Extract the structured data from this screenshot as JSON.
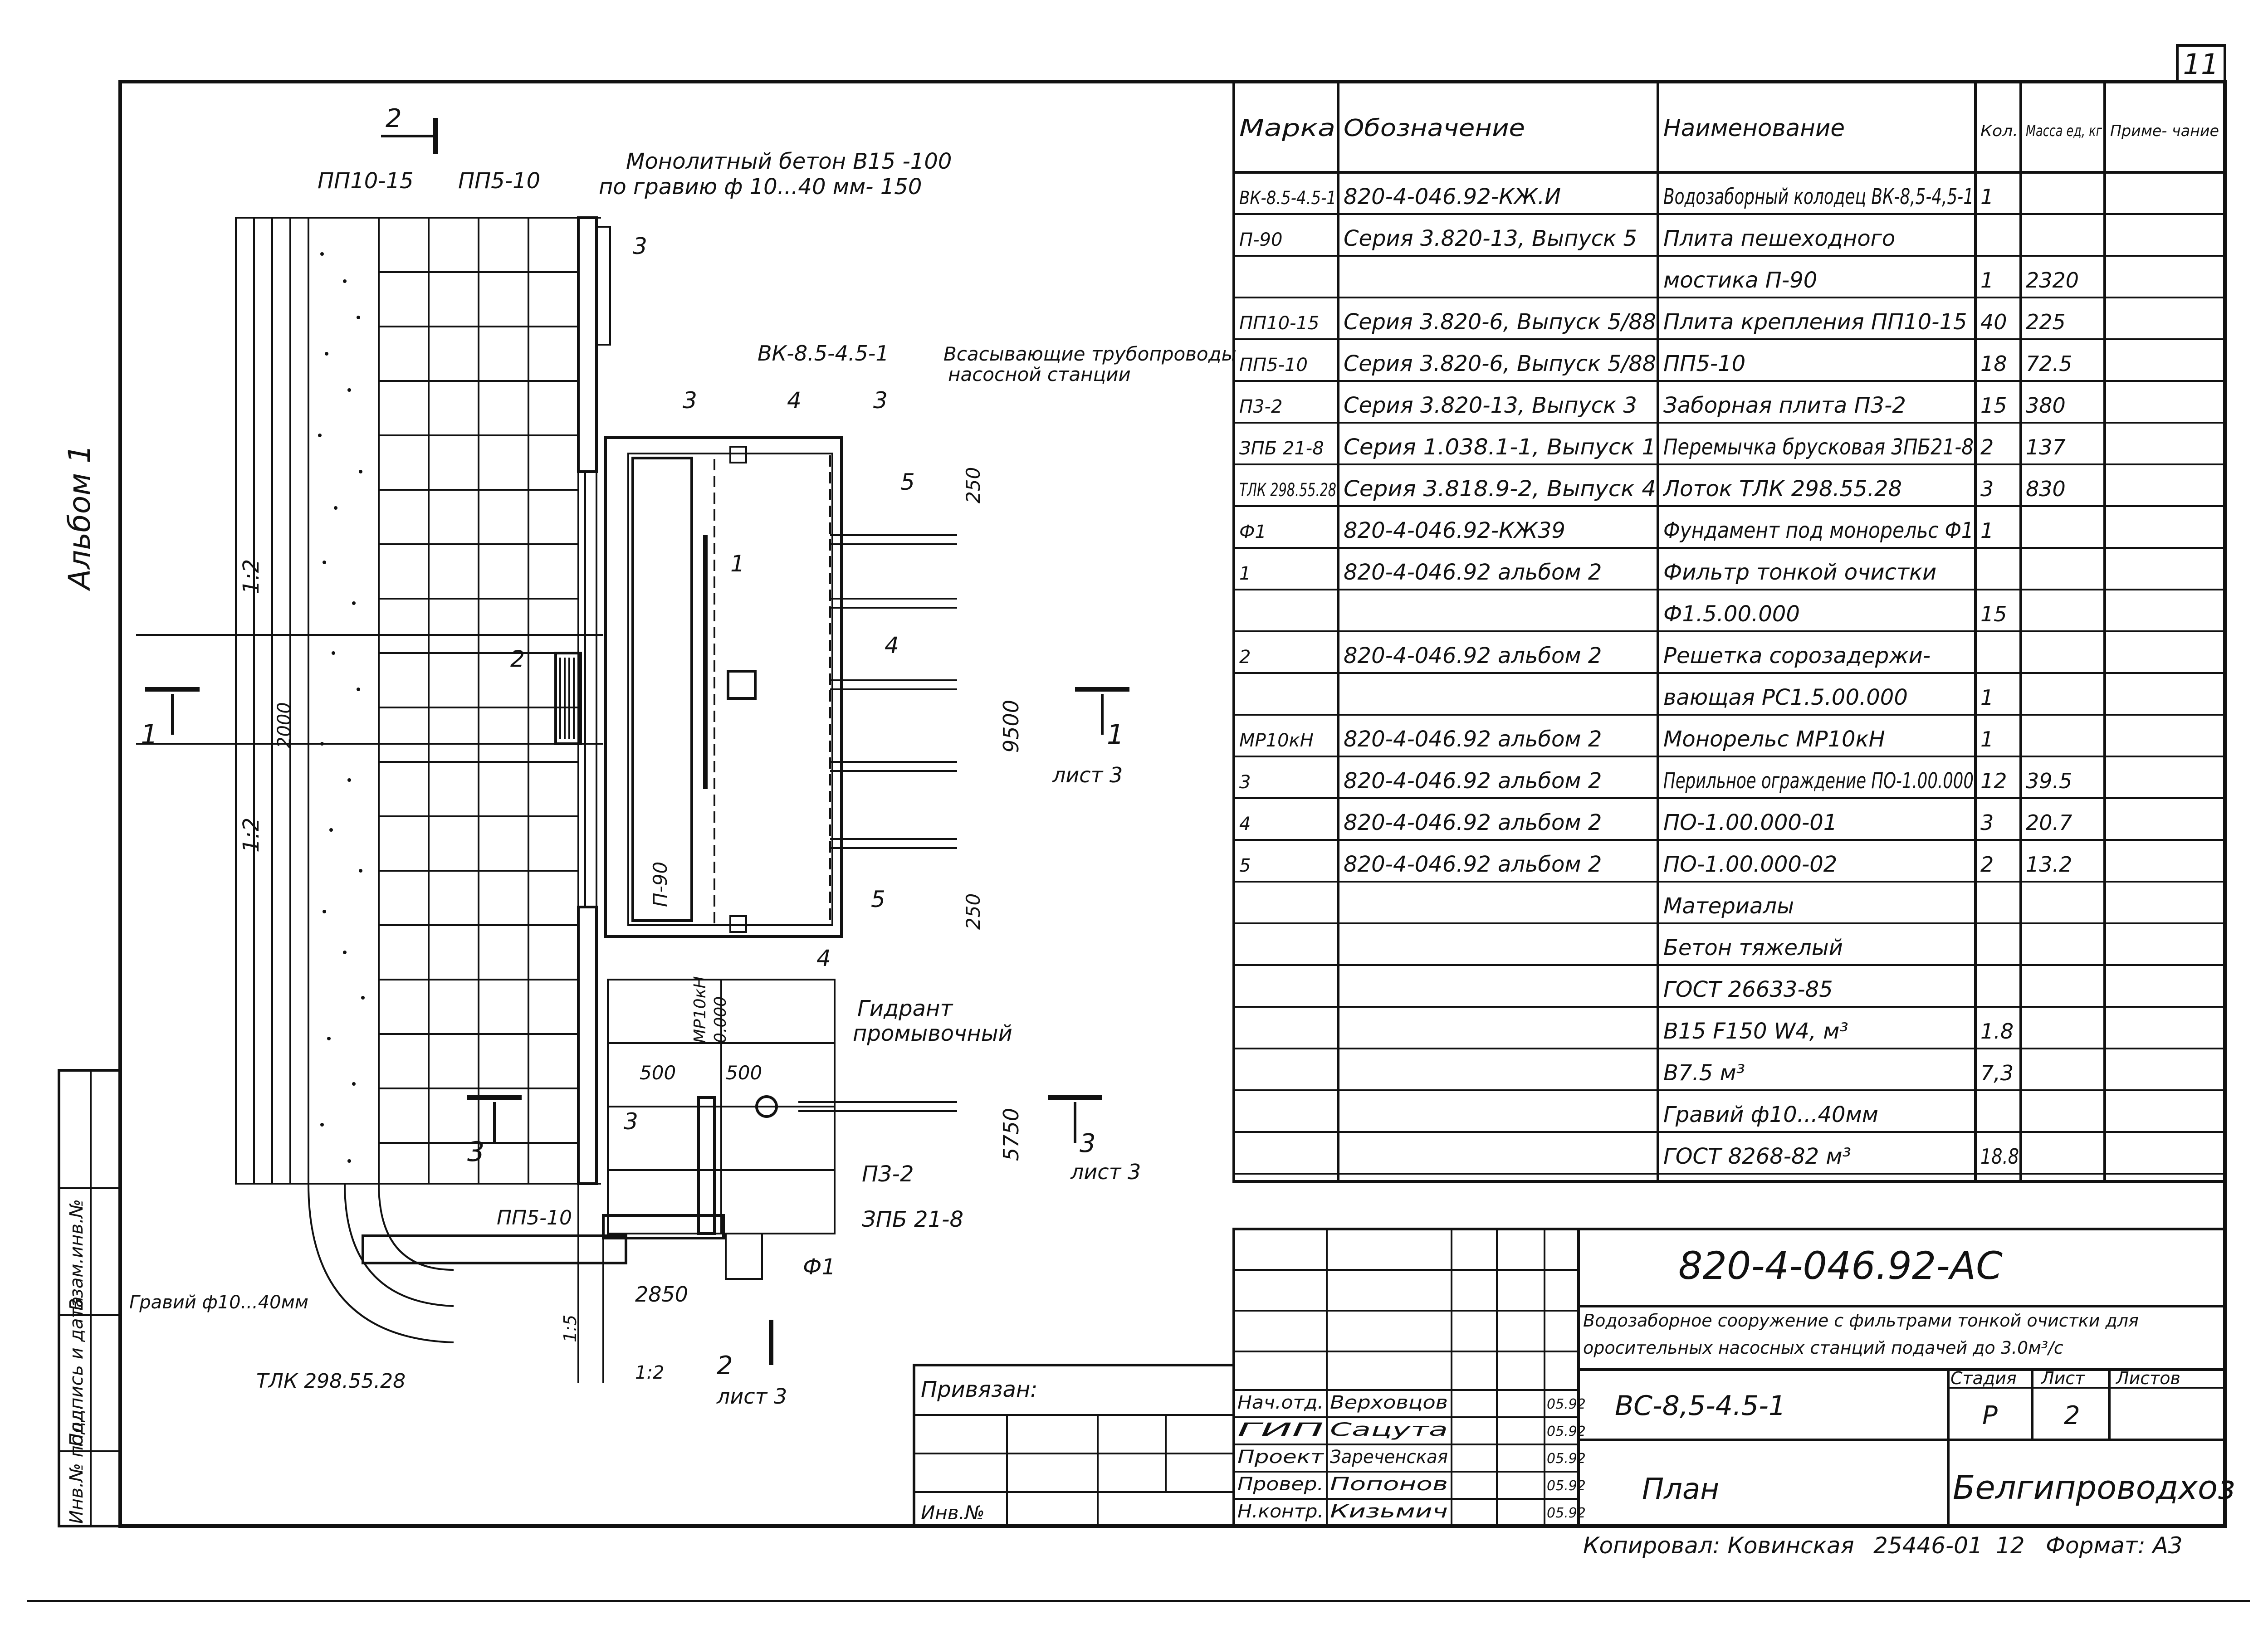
{
  "sheet_number": "11",
  "album_label": "Альбом 1",
  "plan": {
    "labels": {
      "pp10_15": "ПП10-15",
      "pp5_10_top": "ПП5-10",
      "monolith_line1": "Монолитный бетон В15 -100",
      "monolith_line2": "по гравию ф 10...40 мм- 150",
      "vk_mark": "ВК-8.5-4.5-1",
      "suction_line1": "Всасывающие трубопроводы",
      "suction_line2": "насосной станции",
      "slope_upper": "1:2",
      "slope_lower": "1:2",
      "dim_2000": "2000",
      "dim_9500": "9500",
      "dim_250_top": "250",
      "dim_250_bottom": "250",
      "dim_5750": "5750",
      "dim_500_left": "500",
      "dim_500_right": "500",
      "dim_2850": "2850",
      "mr10kn": "МР10кН",
      "dim_0000": "0.000",
      "p90": "П-90",
      "hydrant_line1": "Гидрант",
      "hydrant_line2": "промывочный",
      "p3_2": "П3-2",
      "zpb21_8": "ЗПБ 21-8",
      "f1": "Ф1",
      "pp5_10_bottom": "ПП5-10",
      "gravel": "Гравий ф10...40мм",
      "tlk": "ТЛК 298.55.28",
      "slope_bottom": "1:2",
      "slope_side": "1:5",
      "section_2_top": "2",
      "section_2_bottom": "2",
      "section_2_sheet": "лист 3",
      "section_1_left": "1",
      "section_1_right": "1",
      "section_1_sheet": "лист 3",
      "section_3_left": "3",
      "section_3_right": "3",
      "section_3_sheet": "лист 3",
      "callout_1": "1",
      "callout_2": "2",
      "callout_3a": "3",
      "callout_3b": "3",
      "callout_3c": "3",
      "callout_3d": "3",
      "callout_4a": "4",
      "callout_4b": "4",
      "callout_4c": "4",
      "callout_5a": "5",
      "callout_5b": "5"
    }
  },
  "spec_table": {
    "headers": [
      "Марка",
      "Обозначение",
      "Наименование",
      "Кол.",
      "Масса ед, кг",
      "Приме- чание"
    ],
    "rows": [
      [
        "ВК-8.5-4.5-1",
        "820-4-046.92-КЖ.И",
        "Водозаборный колодец ВК-8,5-4,5-1",
        "1",
        "",
        ""
      ],
      [
        "П-90",
        "Серия 3.820-13, Выпуск 5",
        "Плита пешеходного",
        "",
        "",
        ""
      ],
      [
        "",
        "",
        "мостика П-90",
        "1",
        "2320",
        ""
      ],
      [
        "ПП10-15",
        "Серия 3.820-6, Выпуск 5/88",
        "Плита крепления ПП10-15",
        "40",
        "225",
        ""
      ],
      [
        "ПП5-10",
        "Серия 3.820-6, Выпуск 5/88",
        "ПП5-10",
        "18",
        "72.5",
        ""
      ],
      [
        "П3-2",
        "Серия 3.820-13, Выпуск 3",
        "Заборная плита П3-2",
        "15",
        "380",
        ""
      ],
      [
        "ЗПБ 21-8",
        "Серия 1.038.1-1, Выпуск 1",
        "Перемычка брусковая 3ПБ21-8",
        "2",
        "137",
        ""
      ],
      [
        "ТЛК 298.55.28",
        "Серия 3.818.9-2, Выпуск 4",
        "Лоток ТЛК 298.55.28",
        "3",
        "830",
        ""
      ],
      [
        "Ф1",
        "820-4-046.92-КЖ39",
        "Фундамент под монорельс Ф1",
        "1",
        "",
        ""
      ],
      [
        "1",
        "820-4-046.92 альбом 2",
        "Фильтр тонкой очистки",
        "",
        "",
        ""
      ],
      [
        "",
        "",
        "Ф1.5.00.000",
        "15",
        "",
        ""
      ],
      [
        "2",
        "820-4-046.92 альбом 2",
        "Решетка сорозадержи-",
        "",
        "",
        ""
      ],
      [
        "",
        "",
        "вающая РС1.5.00.000",
        "1",
        "",
        ""
      ],
      [
        "МР10кН",
        "820-4-046.92 альбом 2",
        "Монорельс МР10кН",
        "1",
        "",
        ""
      ],
      [
        "3",
        "820-4-046.92 альбом 2",
        "Перильное ограждение ПО-1.00.000",
        "12",
        "39.5",
        ""
      ],
      [
        "4",
        "820-4-046.92 альбом 2",
        "ПО-1.00.000-01",
        "3",
        "20.7",
        ""
      ],
      [
        "5",
        "820-4-046.92 альбом 2",
        "ПО-1.00.000-02",
        "2",
        "13.2",
        ""
      ],
      [
        "",
        "",
        "Материалы",
        "",
        "",
        ""
      ],
      [
        "",
        "",
        "Бетон тяжелый",
        "",
        "",
        ""
      ],
      [
        "",
        "",
        "ГОСТ 26633-85",
        "",
        "",
        ""
      ],
      [
        "",
        "",
        "В15 F150 W4,   м³",
        "1.8",
        "",
        ""
      ],
      [
        "",
        "",
        "В7.5   м³",
        "7,3",
        "",
        ""
      ],
      [
        "",
        "",
        "Гравий ф10...40мм",
        "",
        "",
        ""
      ],
      [
        "",
        "",
        "ГОСТ 8268-82   м³",
        "18.8",
        "",
        ""
      ]
    ]
  },
  "title_block": {
    "code": "820-4-046.92-АС",
    "description_line1": "Водозаборное сооружение с фильтрами тонкой очистки для",
    "description_line2": "оросительных насосных станций подачей до 3.0м³/с",
    "object": "ВС-8,5-4.5-1",
    "sheet_name": "План",
    "stage_header": "Стадия",
    "sheet_header": "Лист",
    "sheets_header": "Листов",
    "stage": "Р",
    "sheet": "2",
    "sheets": "",
    "organization": "Белгипроводхоз",
    "roles": [
      {
        "role": "Нач.отд.",
        "name": "Верховцов",
        "date": "05.92"
      },
      {
        "role": "ГИП",
        "name": "Сацута",
        "date": "05.92"
      },
      {
        "role": "Проект",
        "name": "Зареченская",
        "date": "05.92"
      },
      {
        "role": "Провер.",
        "name": "Попонов",
        "date": "05.92"
      },
      {
        "role": "Н.контр.",
        "name": "Кизьмич",
        "date": "05.92"
      }
    ],
    "privyazan": "Привязан:",
    "inv": "Инв.№"
  },
  "side_stamp": [
    "Инв.№ подл.",
    "Подпись и дата",
    "Взам.инв.№"
  ],
  "footer": {
    "copied": "Копировал: Ковинская",
    "order": "25446-01",
    "page": "12",
    "format": "Формат: А3"
  }
}
